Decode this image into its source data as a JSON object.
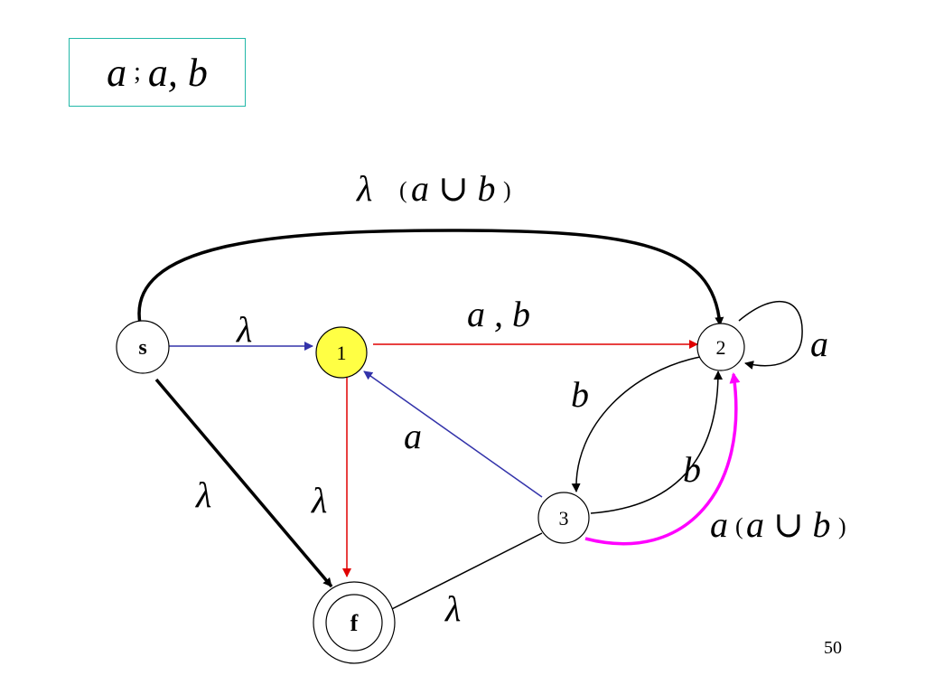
{
  "header": {
    "expr_left": "a",
    "separator": ";",
    "expr_right": "a, b"
  },
  "states": {
    "s": "s",
    "one": "1",
    "two": "2",
    "three": "3",
    "f": "f"
  },
  "edge_labels": {
    "s_to_2_lambda": "λ",
    "s_to_2_open": "(",
    "s_to_2_union": "a ∪ b",
    "s_to_2_close": ")",
    "s_to_1": "λ",
    "one_to_2": "a , b",
    "two_self": "a",
    "two_to_3": "b",
    "three_to_2": "b",
    "three_to_1": "a",
    "one_to_f": "λ",
    "s_to_f": "λ",
    "three_to_f": "λ",
    "three_to_2_magenta_a": "a",
    "three_to_2_magenta_open": "(",
    "three_to_2_magenta_union": "a ∪ b",
    "three_to_2_magenta_close": ")"
  },
  "colors": {
    "frame": "#22b8a8",
    "state_highlight": "#ffff44",
    "edge_black": "#000000",
    "edge_blue": "#3333aa",
    "edge_red": "#e00000",
    "edge_magenta": "#ff00ff"
  },
  "page_number": "50"
}
